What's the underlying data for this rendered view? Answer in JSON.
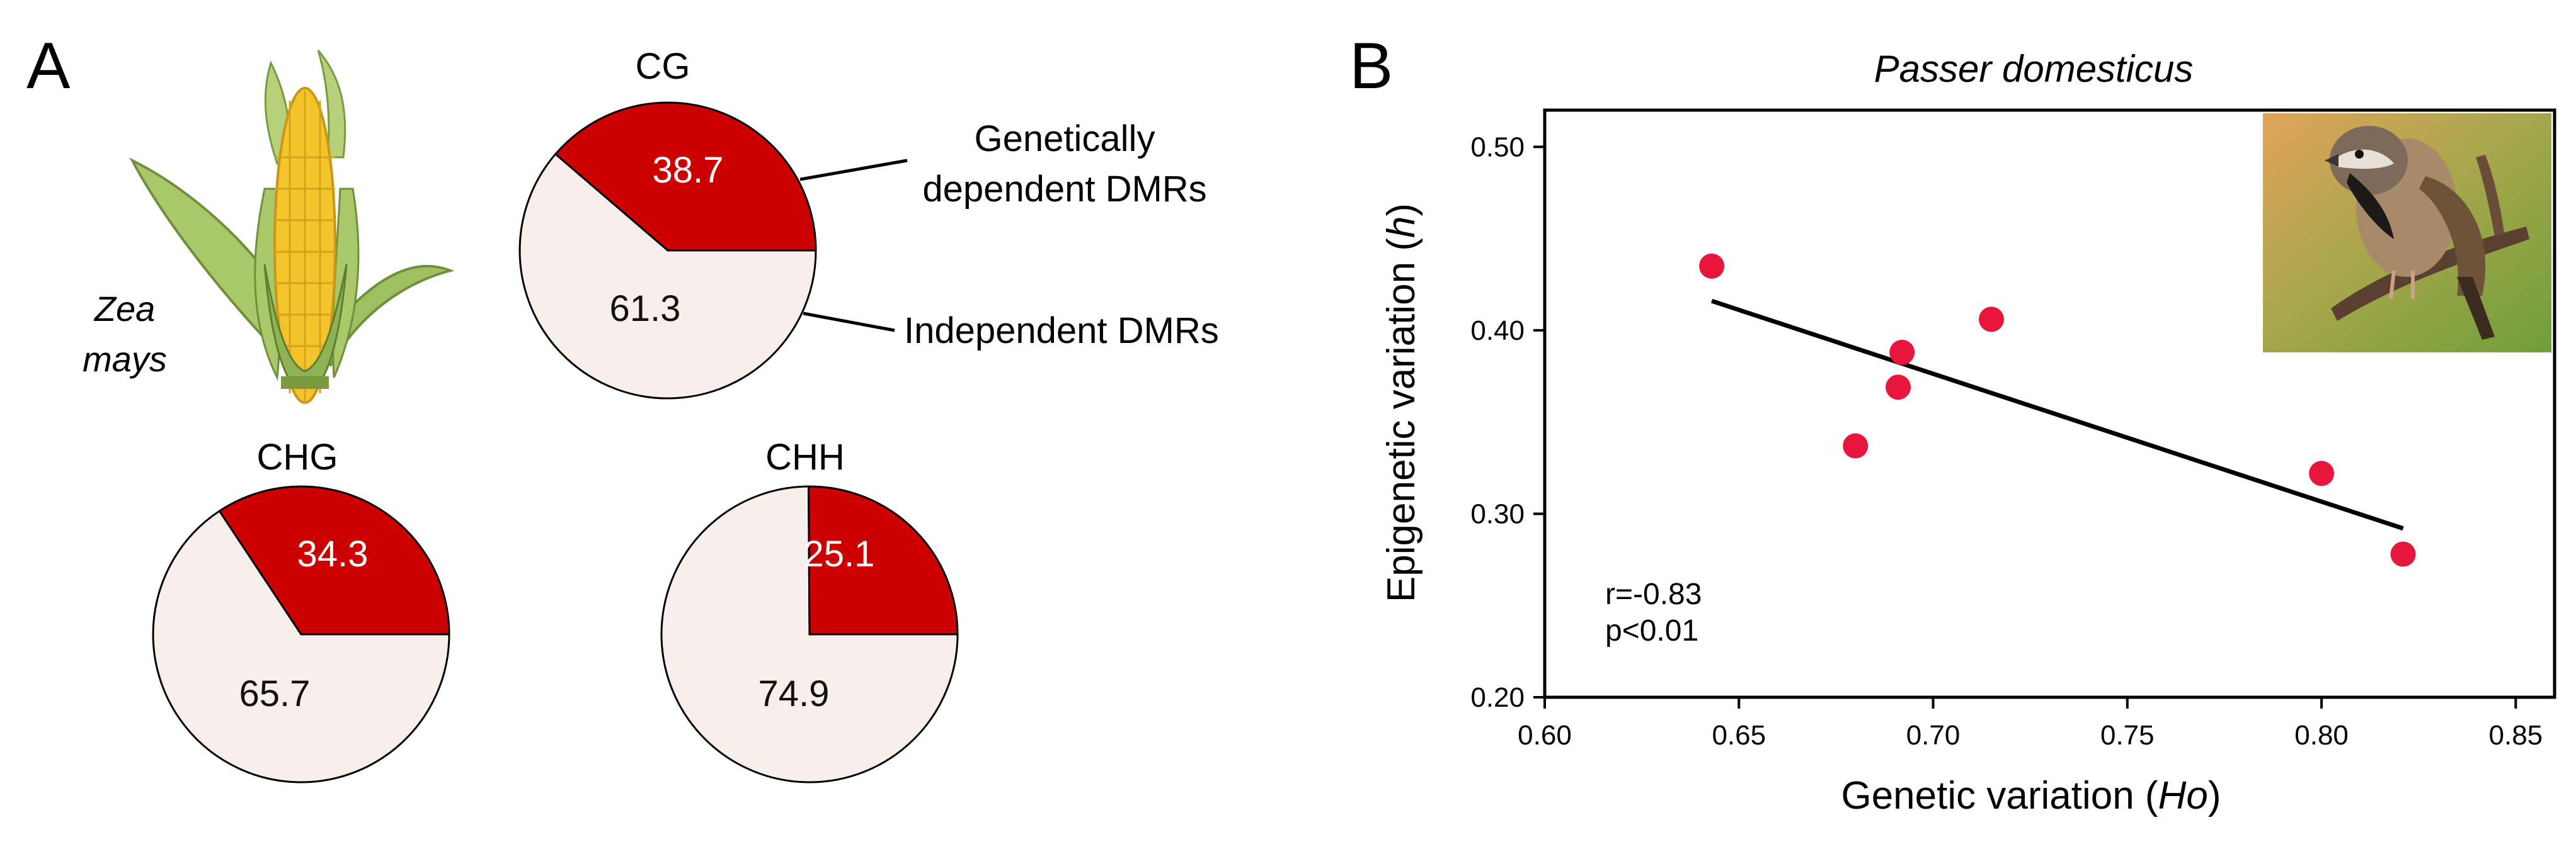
{
  "panels": {
    "a_label": "A",
    "b_label": "B"
  },
  "species": {
    "plant_line1": "Zea",
    "plant_line2": "mays"
  },
  "legend": {
    "genetic_line1": "Genetically",
    "genetic_line2": "dependent DMRs",
    "independent": "Independent DMRs"
  },
  "colors": {
    "dependent": "#cc0000",
    "independent": "#f8eeea",
    "point": "#e8163c",
    "line": "#000000"
  },
  "chart_data": [
    {
      "type": "pie",
      "title": "CG",
      "labels": [
        "Genetically dependent DMRs",
        "Independent DMRs"
      ],
      "values": [
        38.7,
        61.3
      ],
      "value_labels": [
        "38.7",
        "61.3"
      ]
    },
    {
      "type": "pie",
      "title": "CHG",
      "labels": [
        "Genetically dependent DMRs",
        "Independent DMRs"
      ],
      "values": [
        34.3,
        65.7
      ],
      "value_labels": [
        "34.3",
        "65.7"
      ]
    },
    {
      "type": "pie",
      "title": "CHH",
      "labels": [
        "Genetically dependent DMRs",
        "Independent DMRs"
      ],
      "values": [
        25.1,
        74.9
      ],
      "value_labels": [
        "25.1",
        "74.9"
      ]
    },
    {
      "type": "scatter",
      "title": "Passer domesticus",
      "xlabel_main": "Genetic variation (",
      "xlabel_italic": "Ho",
      "xlabel_end": ")",
      "ylabel_main": "Epigenetic variation (",
      "ylabel_italic": "h",
      "ylabel_end": ")",
      "xlim": [
        0.6,
        0.86
      ],
      "ylim": [
        0.2,
        0.52
      ],
      "xticks": [
        "0.60",
        "0.65",
        "0.70",
        "0.75",
        "0.80",
        "0.85"
      ],
      "yticks": [
        "0.20",
        "0.30",
        "0.40",
        "0.50"
      ],
      "points": [
        {
          "x": 0.643,
          "y": 0.435
        },
        {
          "x": 0.68,
          "y": 0.337
        },
        {
          "x": 0.691,
          "y": 0.369
        },
        {
          "x": 0.692,
          "y": 0.388
        },
        {
          "x": 0.715,
          "y": 0.406
        },
        {
          "x": 0.8,
          "y": 0.322
        },
        {
          "x": 0.821,
          "y": 0.278
        }
      ],
      "fit_line": [
        {
          "x": 0.643,
          "y": 0.416
        },
        {
          "x": 0.821,
          "y": 0.292
        }
      ],
      "annotation": [
        "r=-0.83",
        "p<0.01"
      ],
      "grid": false
    }
  ]
}
